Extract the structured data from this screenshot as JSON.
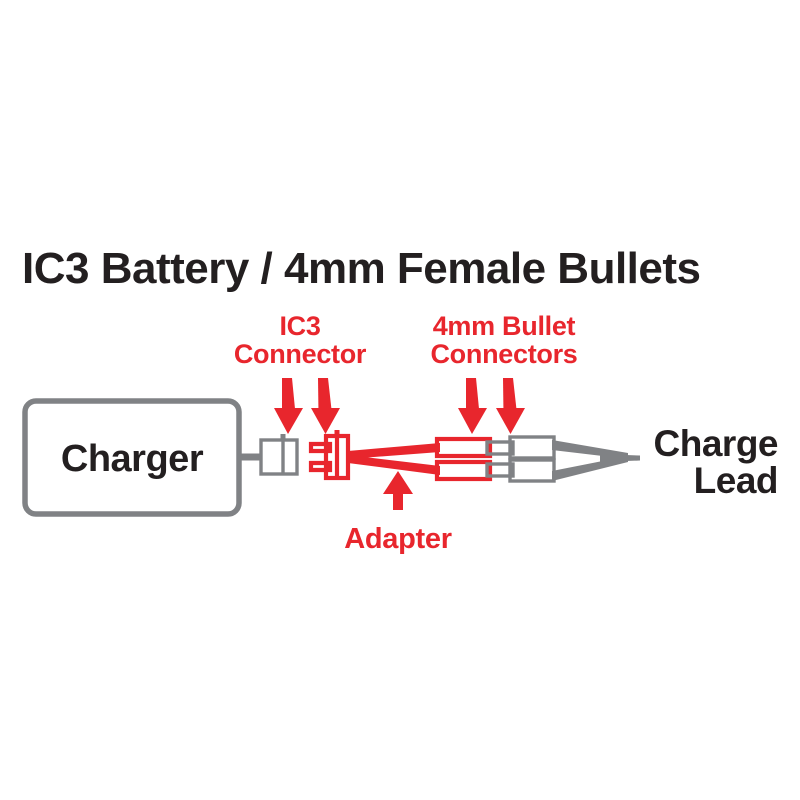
{
  "page": {
    "title": "IC3 Battery / 4mm Female Bullets",
    "background_color": "#ffffff"
  },
  "colors": {
    "red": "#e8262d",
    "gray": "#808285",
    "black": "#231f20",
    "white": "#ffffff"
  },
  "labels": {
    "ic3_connector_line1": "IC3",
    "ic3_connector_line2": "Connector",
    "bullet_connectors_line1": "4mm Bullet",
    "bullet_connectors_line2": "Connectors",
    "adapter": "Adapter",
    "charger": "Charger",
    "charge_lead_line1": "Charge",
    "charge_lead_line2": "Lead"
  },
  "icons": {
    "arrow_down_ic3_left": "arrow-down-icon",
    "arrow_down_ic3_right": "arrow-down-icon",
    "arrow_down_bullet_left": "arrow-down-icon",
    "arrow_down_bullet_right": "arrow-down-icon",
    "arrow_up_adapter": "arrow-up-icon"
  },
  "diagram": {
    "type": "wiring-connection-diagram",
    "flow": [
      "Charger",
      "IC3 Connector (charger side, gray)",
      "IC3 Connector (adapter side, red)",
      "Adapter",
      "4mm Bullet Connectors (male, red)",
      "4mm Bullet Connectors (female, gray)",
      "Charge Lead"
    ],
    "nodes": [
      {
        "id": "charger-box",
        "label": "Charger",
        "color": "#808285"
      },
      {
        "id": "ic3-gray",
        "label": "IC3 Connector",
        "color": "#808285"
      },
      {
        "id": "ic3-red",
        "label": "IC3 Connector",
        "color": "#e8262d"
      },
      {
        "id": "adapter-wire",
        "label": "Adapter",
        "color": "#e8262d"
      },
      {
        "id": "bullets-red",
        "label": "4mm Bullet Connectors",
        "color": "#e8262d"
      },
      {
        "id": "bullets-gray",
        "label": "4mm Bullet Connectors",
        "color": "#808285"
      },
      {
        "id": "charge-lead",
        "label": "Charge Lead",
        "color": "#808285"
      }
    ]
  }
}
